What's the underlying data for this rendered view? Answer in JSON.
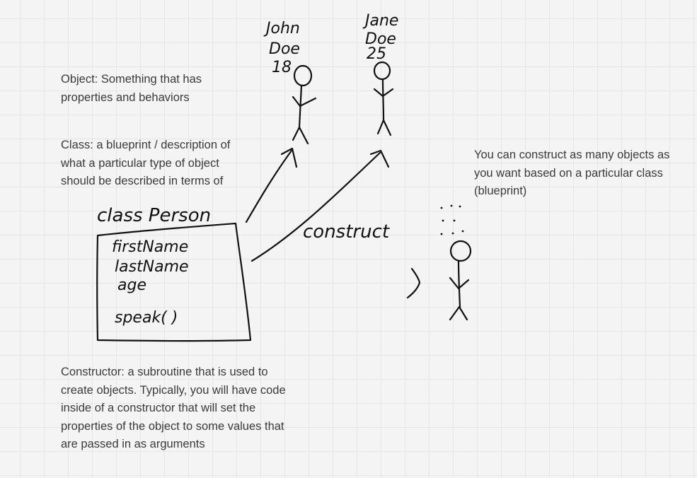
{
  "notes": {
    "object": "Object: Something that has properties and behaviors",
    "class": "Class: a blueprint / description of what a particular type of object should be described in terms of",
    "many": "You can construct as many objects as you want based on a particular class (blueprint)",
    "constructor": "Constructor: a subroutine that is used to create objects. Typically, you will have code inside of a constructor that will set the properties of the object to some values that are passed in as arguments"
  },
  "sketch": {
    "class_title": "class Person",
    "fields": [
      "firstName",
      "lastName",
      "age"
    ],
    "method": "speak( )",
    "arrow_label": "construct",
    "person1": {
      "first": "John",
      "last": "Doe",
      "age": "18"
    },
    "person2": {
      "first": "Jane",
      "last": "Doe",
      "age": "25"
    }
  }
}
